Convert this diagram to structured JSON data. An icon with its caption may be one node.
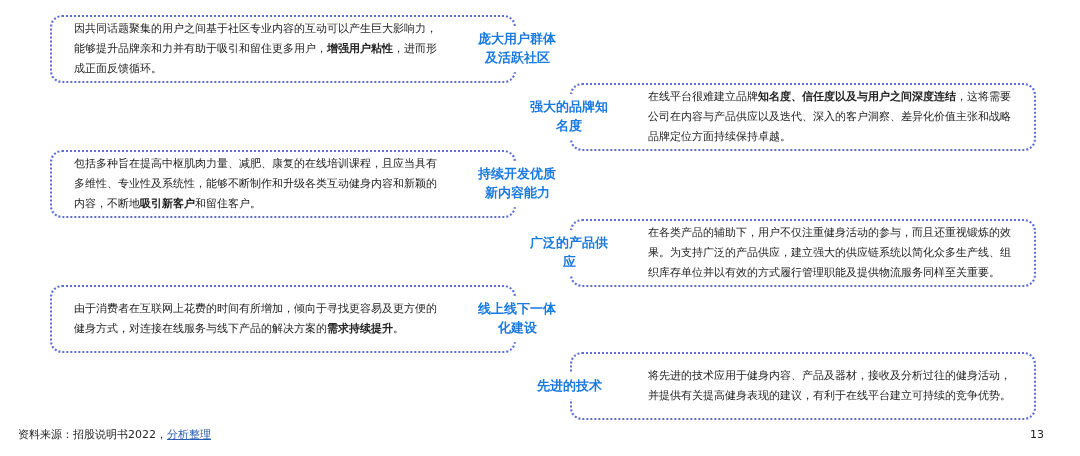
{
  "diagram": {
    "nodes": [
      {
        "text": [
          "因共同话题聚集的用户之间基于社区专业内容的互动可以产生巨大影响力，能够提升品牌亲和力并有助于吸引和留住更多用户，**增强用户粘性**，进而形成正面反馈循环。",
          "庞大用户群体及活跃社区"
        ]
      },
      {
        "text": [
          "强大的品牌知名度",
          "在线平台很难建立品牌**知名度、信任度以及与用户之间深度连结**，这将需要公司在内容与产品供应以及迭代、深入的客户洞察、差异化价值主张和战略品牌定位方面持续保持卓越。"
        ]
      },
      {
        "text": [
          "包括多种旨在提高中枢肌肉力量、减肥、康复的在线培训课程，且应当具有多维性、专业性及系统性，能够不断制作和升级各类互动健身内容和新颖的内容，不断地**吸引新客户**和留住客户。",
          "持续开发优质新内容能力"
        ]
      },
      {
        "text": [
          "广泛的产品供应",
          "在各类产品的辅助下，用户不仅注重健身活动的参与，而且还重视锻炼的效果。为支持广泛的产品供应，建立强大的供应链系统以简化众多生产线、组织库存单位并以有效的方式履行管理职能及提供物流服务同样至关重要。"
        ]
      },
      {
        "text": [
          "由于消费者在互联网上花费的时间有所增加，倾向于寻找更容易及更方便的健身方式，对连接在线服务与线下产品的解决方案的**需求持续提升**。",
          "线上线下一体化建设"
        ]
      },
      {
        "text": [
          "先进的技术",
          "将先进的技术应用于健身内容、产品及器材，接收及分析过往的健身活动，并提供有关提高健身表现的建议，有利于在线平台建立可持续的竞争优势。"
        ]
      }
    ],
    "labels": [
      "资料来源：招股说明书2022，",
      "分析整理",
      "13"
    ]
  }
}
